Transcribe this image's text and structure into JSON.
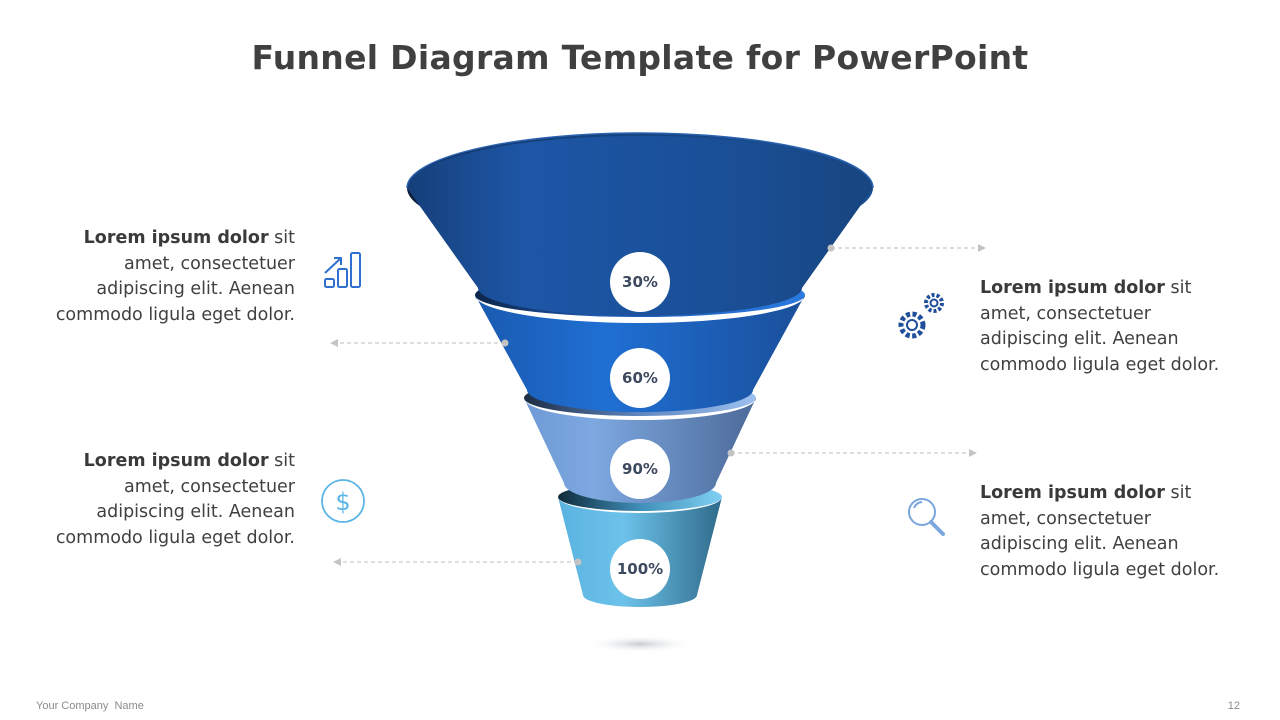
{
  "title": "Funnel Diagram Template for PowerPoint",
  "stages": [
    {
      "label": "30%",
      "color": "#1a4f96"
    },
    {
      "label": "60%",
      "color": "#1e6fd0"
    },
    {
      "label": "90%",
      "color": "#7ba6de"
    },
    {
      "label": "100%",
      "color": "#68bde6"
    }
  ],
  "blocks": [
    {
      "bold": "Lorem ipsum dolor",
      "rest": " sit",
      "l2": "amet, consectetuer",
      "l3": "adipiscing elit. Aenean",
      "l4": "commodo ligula eget dolor.",
      "icon": "bar-chart-growth-icon"
    },
    {
      "bold": "Lorem ipsum dolor",
      "rest": " sit",
      "l2": "amet, consectetuer",
      "l3": "adipiscing elit. Aenean",
      "l4": "commodo ligula eget dolor.",
      "icon": "gears-icon"
    },
    {
      "bold": "Lorem ipsum dolor",
      "rest": " sit",
      "l2": "amet, consectetuer",
      "l3": "adipiscing elit. Aenean",
      "l4": "commodo ligula eget dolor.",
      "icon": "dollar-icon"
    },
    {
      "bold": "Lorem ipsum dolor",
      "rest": " sit",
      "l2": "amet, consectetuer",
      "l3": "adipiscing elit. Aenean",
      "l4": "commodo ligula eget dolor.",
      "icon": "search-icon"
    }
  ],
  "footer": {
    "company": "Your Company  Name",
    "page": "12"
  }
}
